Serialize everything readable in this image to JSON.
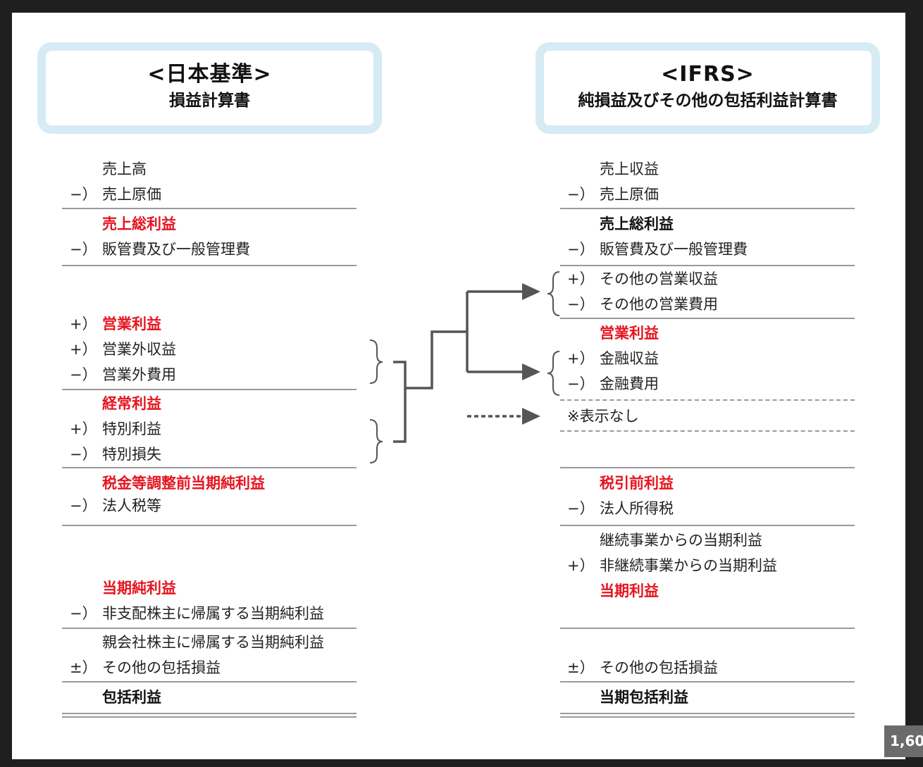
{
  "left": {
    "title": "<日本基準>",
    "subtitle": "損益計算書",
    "rows": [
      {
        "op": "",
        "label": "売上高",
        "style": "normal"
      },
      {
        "op": "−）",
        "label": "売上原価",
        "style": "normal"
      },
      {
        "op": "",
        "label": "売上総利益",
        "style": "red"
      },
      {
        "op": "−）",
        "label": "販管費及び一般管理費",
        "style": "normal"
      },
      {
        "op": "+）",
        "label": "営業利益",
        "style": "red-label"
      },
      {
        "op": "+）",
        "label": "営業外収益",
        "style": "normal"
      },
      {
        "op": "−）",
        "label": "営業外費用",
        "style": "normal"
      },
      {
        "op": "",
        "label": "経常利益",
        "style": "red"
      },
      {
        "op": "+）",
        "label": "特別利益",
        "style": "normal"
      },
      {
        "op": "−）",
        "label": "特別損失",
        "style": "normal"
      },
      {
        "op": "",
        "label": "税金等調整前当期純利益",
        "style": "red"
      },
      {
        "op": "−）",
        "label": "法人税等",
        "style": "normal"
      },
      {
        "op": "",
        "label": "当期純利益",
        "style": "red"
      },
      {
        "op": "−）",
        "label": "非支配株主に帰属する当期純利益",
        "style": "normal"
      },
      {
        "op": "",
        "label": "親会社株主に帰属する当期純利益",
        "style": "normal"
      },
      {
        "op": "±）",
        "label": "その他の包括損益",
        "style": "normal"
      },
      {
        "op": "",
        "label": "包括利益",
        "style": "bold"
      }
    ]
  },
  "right": {
    "title": "<IFRS>",
    "subtitle": "純損益及びその他の包括利益計算書",
    "rows": [
      {
        "op": "",
        "label": "売上収益",
        "style": "normal"
      },
      {
        "op": "−）",
        "label": "売上原価",
        "style": "normal"
      },
      {
        "op": "",
        "label": "売上総利益",
        "style": "bold"
      },
      {
        "op": "−）",
        "label": "販管費及び一般管理費",
        "style": "normal"
      },
      {
        "op": "+）",
        "label": "その他の営業収益",
        "style": "normal"
      },
      {
        "op": "−）",
        "label": "その他の営業費用",
        "style": "normal"
      },
      {
        "op": "",
        "label": "営業利益",
        "style": "red"
      },
      {
        "op": "+）",
        "label": "金融収益",
        "style": "normal"
      },
      {
        "op": "−）",
        "label": "金融費用",
        "style": "normal"
      },
      {
        "op": "",
        "label": "※表示なし",
        "style": "normal"
      },
      {
        "op": "",
        "label": "税引前利益",
        "style": "red"
      },
      {
        "op": "−）",
        "label": "法人所得税",
        "style": "normal"
      },
      {
        "op": "",
        "label": "継続事業からの当期利益",
        "style": "normal"
      },
      {
        "op": "+）",
        "label": "非継続事業からの当期利益",
        "style": "normal"
      },
      {
        "op": "",
        "label": "当期利益",
        "style": "red"
      },
      {
        "op": "±）",
        "label": "その他の包括損益",
        "style": "normal"
      },
      {
        "op": "",
        "label": "当期包括利益",
        "style": "bold"
      }
    ]
  },
  "zoom_badge": "1,60",
  "colors": {
    "accent_red": "#e6141f",
    "header_border": "#d6ebf3",
    "connector": "#555555",
    "rule": "#9a9a9a"
  }
}
